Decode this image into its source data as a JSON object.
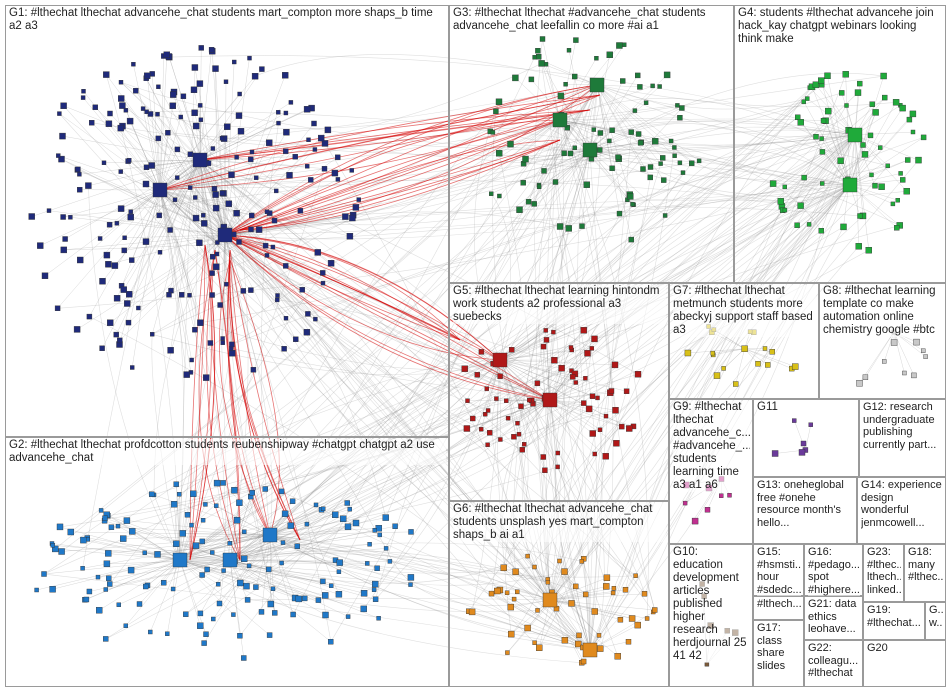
{
  "colors": {
    "background": "#ffffff",
    "panel_border": "#9a9a9a",
    "edge_gray": "#8c8c8c",
    "edge_red": "#d40000",
    "G1": "#1f2a7a",
    "G2": "#1f78c8",
    "G3": "#1e7a3a",
    "G4": "#1faa3a",
    "G5": "#b01818",
    "G6": "#e08a1e",
    "G7": "#d8c018",
    "G8": "#c8c8c8",
    "G9": "#c03090",
    "G10": "#7a5a3a",
    "G11": "#6a3a9a"
  },
  "groups": [
    {
      "id": "G1",
      "label": "G1: #lthechat lthechat advancehe_chat students mart_compton more shaps_b time a2 a3"
    },
    {
      "id": "G2",
      "label": "G2: #lthechat lthechat profdcotton students reubenshipway #chatgpt chatgpt a2 use advancehe_chat"
    },
    {
      "id": "G3",
      "label": "G3: #lthechat lthechat #advancehe_chat students advancehe_chat leefallin co more #ai a1"
    },
    {
      "id": "G4",
      "label": "G4: students #lthechat advancehe join hack_kay chatgpt webinars looking think make"
    },
    {
      "id": "G5",
      "label": "G5: #lthechat lthechat learning hintondm work students a2 professional a3 suebecks"
    },
    {
      "id": "G6",
      "label": "G6: #lthechat lthechat advancehe_chat students unsplash yes mart_compton shaps_b ai a1"
    },
    {
      "id": "G7",
      "label": "G7: #lthechat lthechat metmunch students more abeckyj support staff based a3"
    },
    {
      "id": "G8",
      "label": "G8: #lthechat learning template co make automation online chemistry google #btc"
    },
    {
      "id": "G9",
      "label": "G9: #lthechat lthechat advancehe_c... #advancehe_... students learning time a3 a1 a6"
    },
    {
      "id": "G10",
      "label": "G10: education development articles published higher research herdjournal 25 41 42"
    },
    {
      "id": "G11",
      "label": "G11"
    },
    {
      "id": "G12",
      "label": "G12: research undergraduate publishing currently part..."
    },
    {
      "id": "G13",
      "label": "G13: oneheglobal free #onehe resource month's hello..."
    },
    {
      "id": "G14",
      "label": "G14: experience design wonderful jenmcowell..."
    },
    {
      "id": "G15",
      "label": "G15: #hsmsti... hour #sdedc..."
    },
    {
      "id": "G16",
      "label": "G16: #pedago... spot #highere..."
    },
    {
      "id": "G23",
      "label": "G23: #lthec... lthech... linked..."
    },
    {
      "id": "G18",
      "label": "G18: many #lthec..."
    },
    {
      "id": "G-a",
      "label": "#lthech..."
    },
    {
      "id": "G21",
      "label": "G21: data ethics leohave..."
    },
    {
      "id": "G19",
      "label": "G19: #lthechat..."
    },
    {
      "id": "G-b",
      "label": "G... w..."
    },
    {
      "id": "G17",
      "label": "G17: class share slides"
    },
    {
      "id": "G22",
      "label": "G22: colleagu... #lthechat"
    },
    {
      "id": "G20",
      "label": "G20"
    }
  ]
}
